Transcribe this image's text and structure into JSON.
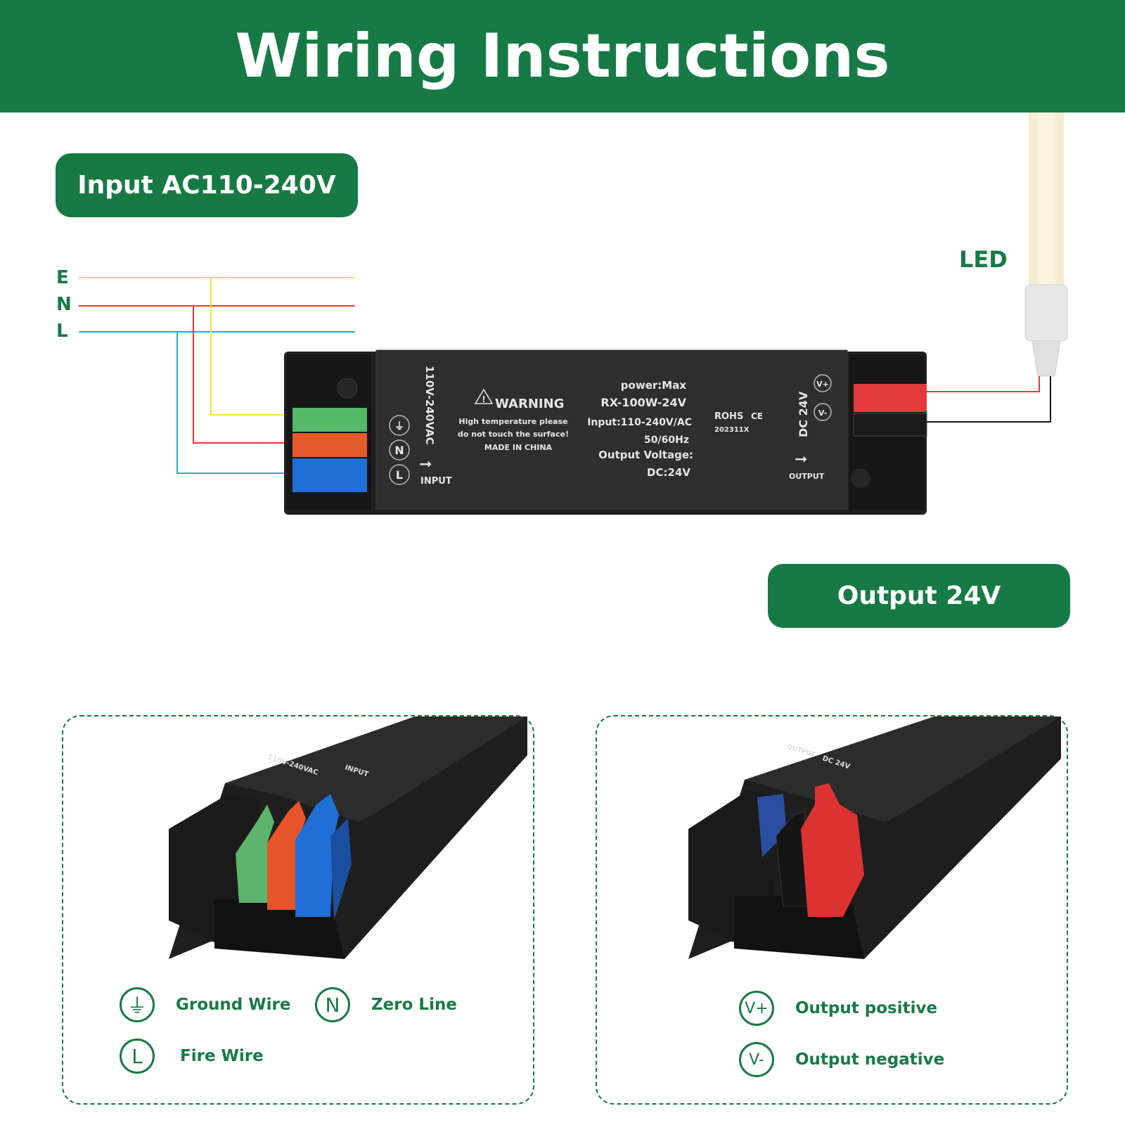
{
  "header": {
    "title": "Wiring Instructions"
  },
  "input_pill": {
    "label": "Input AC110-240V"
  },
  "output_pill": {
    "label": "Output 24V"
  },
  "wires": {
    "labels": [
      "E",
      "N",
      "L"
    ],
    "colors": {
      "E": "#f5e23a",
      "N": "#e53935",
      "L": "#29a8e0"
    }
  },
  "led": {
    "label": "LED"
  },
  "device": {
    "input_side_label": "110V-240VAC",
    "input_arrow_label": "INPUT",
    "warning_title": "WARNING",
    "warning_line1": "High temperature please",
    "warning_line2": "do not touch the surface!",
    "made_in": "MADE IN CHINA",
    "power": "power:Max",
    "model": "RX-100W-24V",
    "input_spec": "Input:110-240V/AC",
    "frequency": "50/60Hz",
    "output_voltage_label": "Output Voltage:",
    "output_voltage_value": "DC:24V",
    "rohs": "ROHS",
    "ce": "CE",
    "batch": "202311X",
    "dc_label": "DC 24V",
    "output_arrow_label": "OUTPUT",
    "symbols": {
      "vplus": "V+",
      "vminus": "V-",
      "ground": "⏚",
      "n": "N",
      "l": "L"
    }
  },
  "legend_left": {
    "ground": {
      "icon": "⏚",
      "text": "Ground Wire"
    },
    "zero": {
      "icon": "N",
      "text": "Zero Line"
    },
    "fire": {
      "icon": "L",
      "text": "Fire Wire"
    }
  },
  "legend_right": {
    "positive": {
      "icon": "V+",
      "text": "Output positive"
    },
    "negative": {
      "icon": "V-",
      "text": "Output negative"
    }
  },
  "photo_left": {
    "label_1": "110V-240VAC",
    "label_2": "INPUT"
  },
  "photo_right": {
    "label_1": "DC 24V",
    "label_2": "OUTPUT"
  },
  "colors": {
    "brand_green": "#177a45",
    "device_black": "#2a2a2a"
  }
}
